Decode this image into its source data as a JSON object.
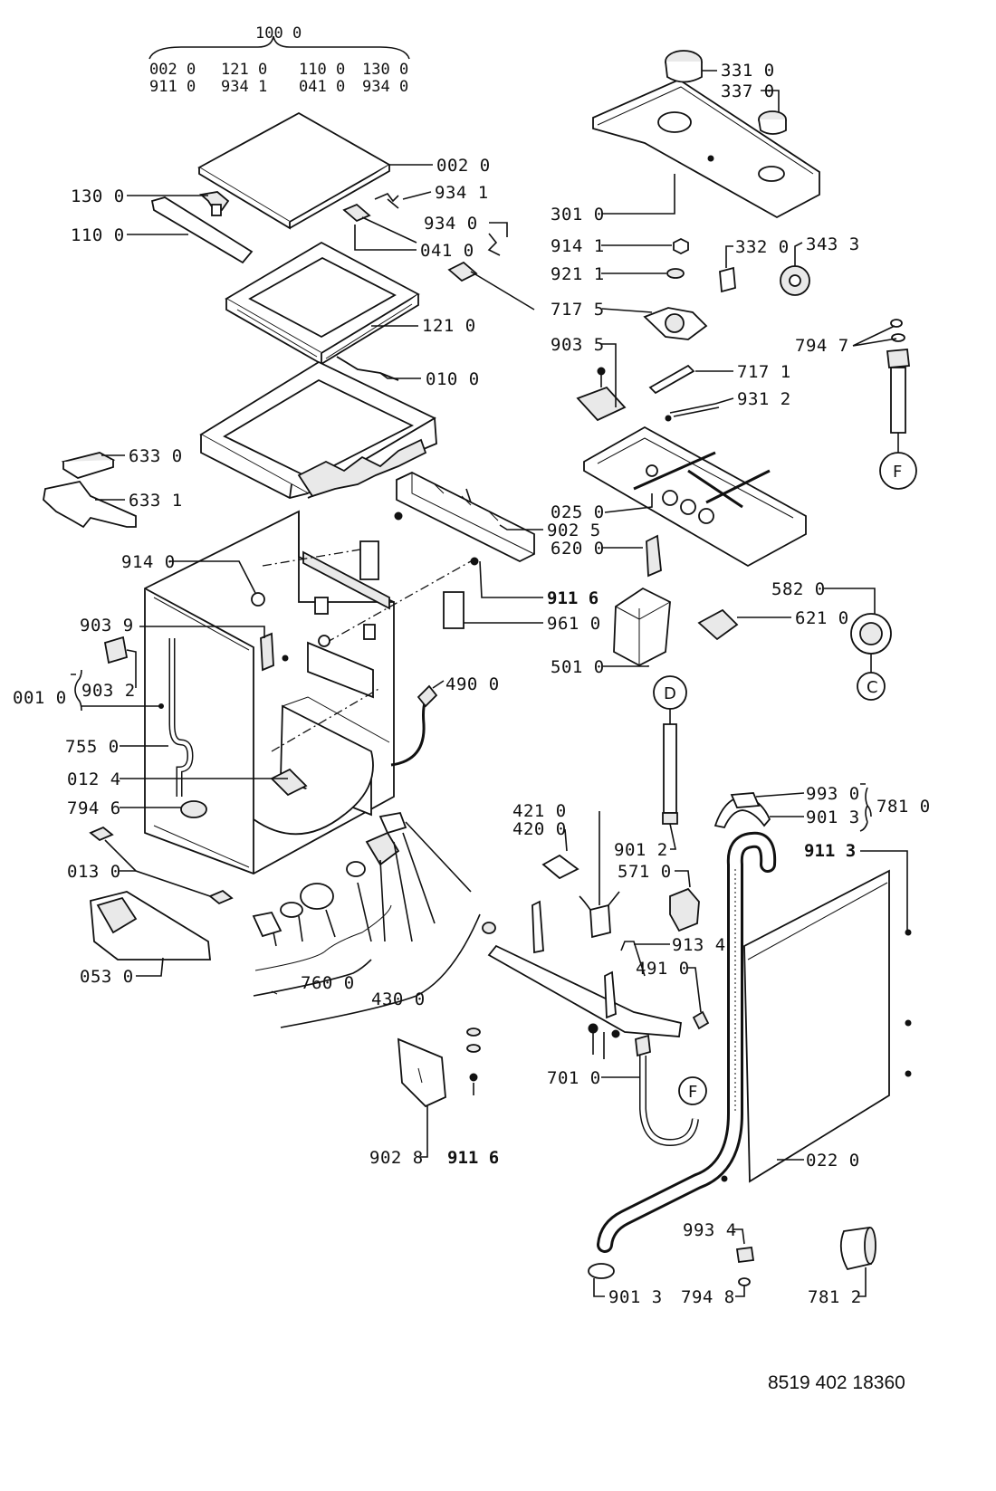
{
  "assembly": {
    "label": "100 0",
    "components_row1": [
      "002 0",
      "121 0",
      "110 0",
      "130 0"
    ],
    "components_row2": [
      "911 0",
      "934 1",
      "041 0",
      "934 0"
    ]
  },
  "labels": {
    "l_0020": "002 0",
    "l_1300": "130 0",
    "l_9341": "934 1",
    "l_9340": "934 0",
    "l_1100": "110 0",
    "l_0410": "041 0",
    "l_1210": "121 0",
    "l_0100": "010 0",
    "l_6330": "633 0",
    "l_6331": "633 1",
    "l_0250": "025 0",
    "l_9025": "902 5",
    "l_6200": "620 0",
    "l_9140": "914 0",
    "l_9116a": "911 6",
    "l_9610": "961 0",
    "l_9039": "903 9",
    "l_5010": "501 0",
    "l_0010": "001 0",
    "l_9032": "903 2",
    "l_4900": "490 0",
    "l_7550": "755 0",
    "l_0124": "012 4",
    "l_7946": "794 6",
    "l_0130": "013 0",
    "l_0530": "053 0",
    "l_7600": "760 0",
    "l_4300": "430 0",
    "l_3310": "331 0",
    "l_3370": "337 0",
    "l_3010": "301 0",
    "l_9141": "914 1",
    "l_3320": "332 0",
    "l_3433": "343 3",
    "l_9211": "921 1",
    "l_7175": "717 5",
    "l_7947": "794 7",
    "l_9035": "903 5",
    "l_7171": "717 1",
    "l_9312": "931 2",
    "l_5820": "582 0",
    "l_6210": "621 0",
    "l_4210": "421 0",
    "l_4200": "420 0",
    "l_9012": "901 2",
    "l_5710": "571 0",
    "l_9134": "913 4",
    "l_4910": "491 0",
    "l_9930": "993 0",
    "l_9013a": "901 3",
    "l_7810": "781 0",
    "l_9113": "911 3",
    "l_7010": "701 0",
    "l_9028": "902 8",
    "l_9116b": "911 6",
    "l_0220": "022 0",
    "l_9934": "993 4",
    "l_9013b": "901 3",
    "l_7948": "794 8",
    "l_7812": "781 2"
  },
  "connectors": {
    "F": "F",
    "D": "D",
    "C": "C"
  },
  "document_number": "8519 402 18360"
}
